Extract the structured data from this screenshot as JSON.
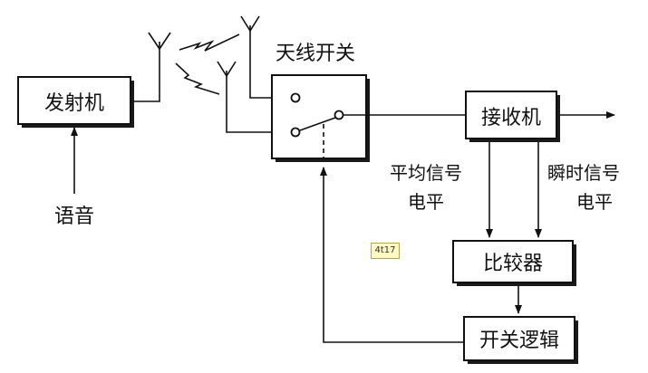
{
  "labels": {
    "transmitter": "发射机",
    "voice": "语音",
    "antenna_switch": "天线开关",
    "receiver": "接收机",
    "avg_signal_line1": "平均信号",
    "avg_signal_line2": "电平",
    "inst_signal_line1": "瞬时信号",
    "inst_signal_line2": "电平",
    "comparator": "比较器",
    "switch_logic": "开关逻辑"
  },
  "note_tag": "4t17"
}
